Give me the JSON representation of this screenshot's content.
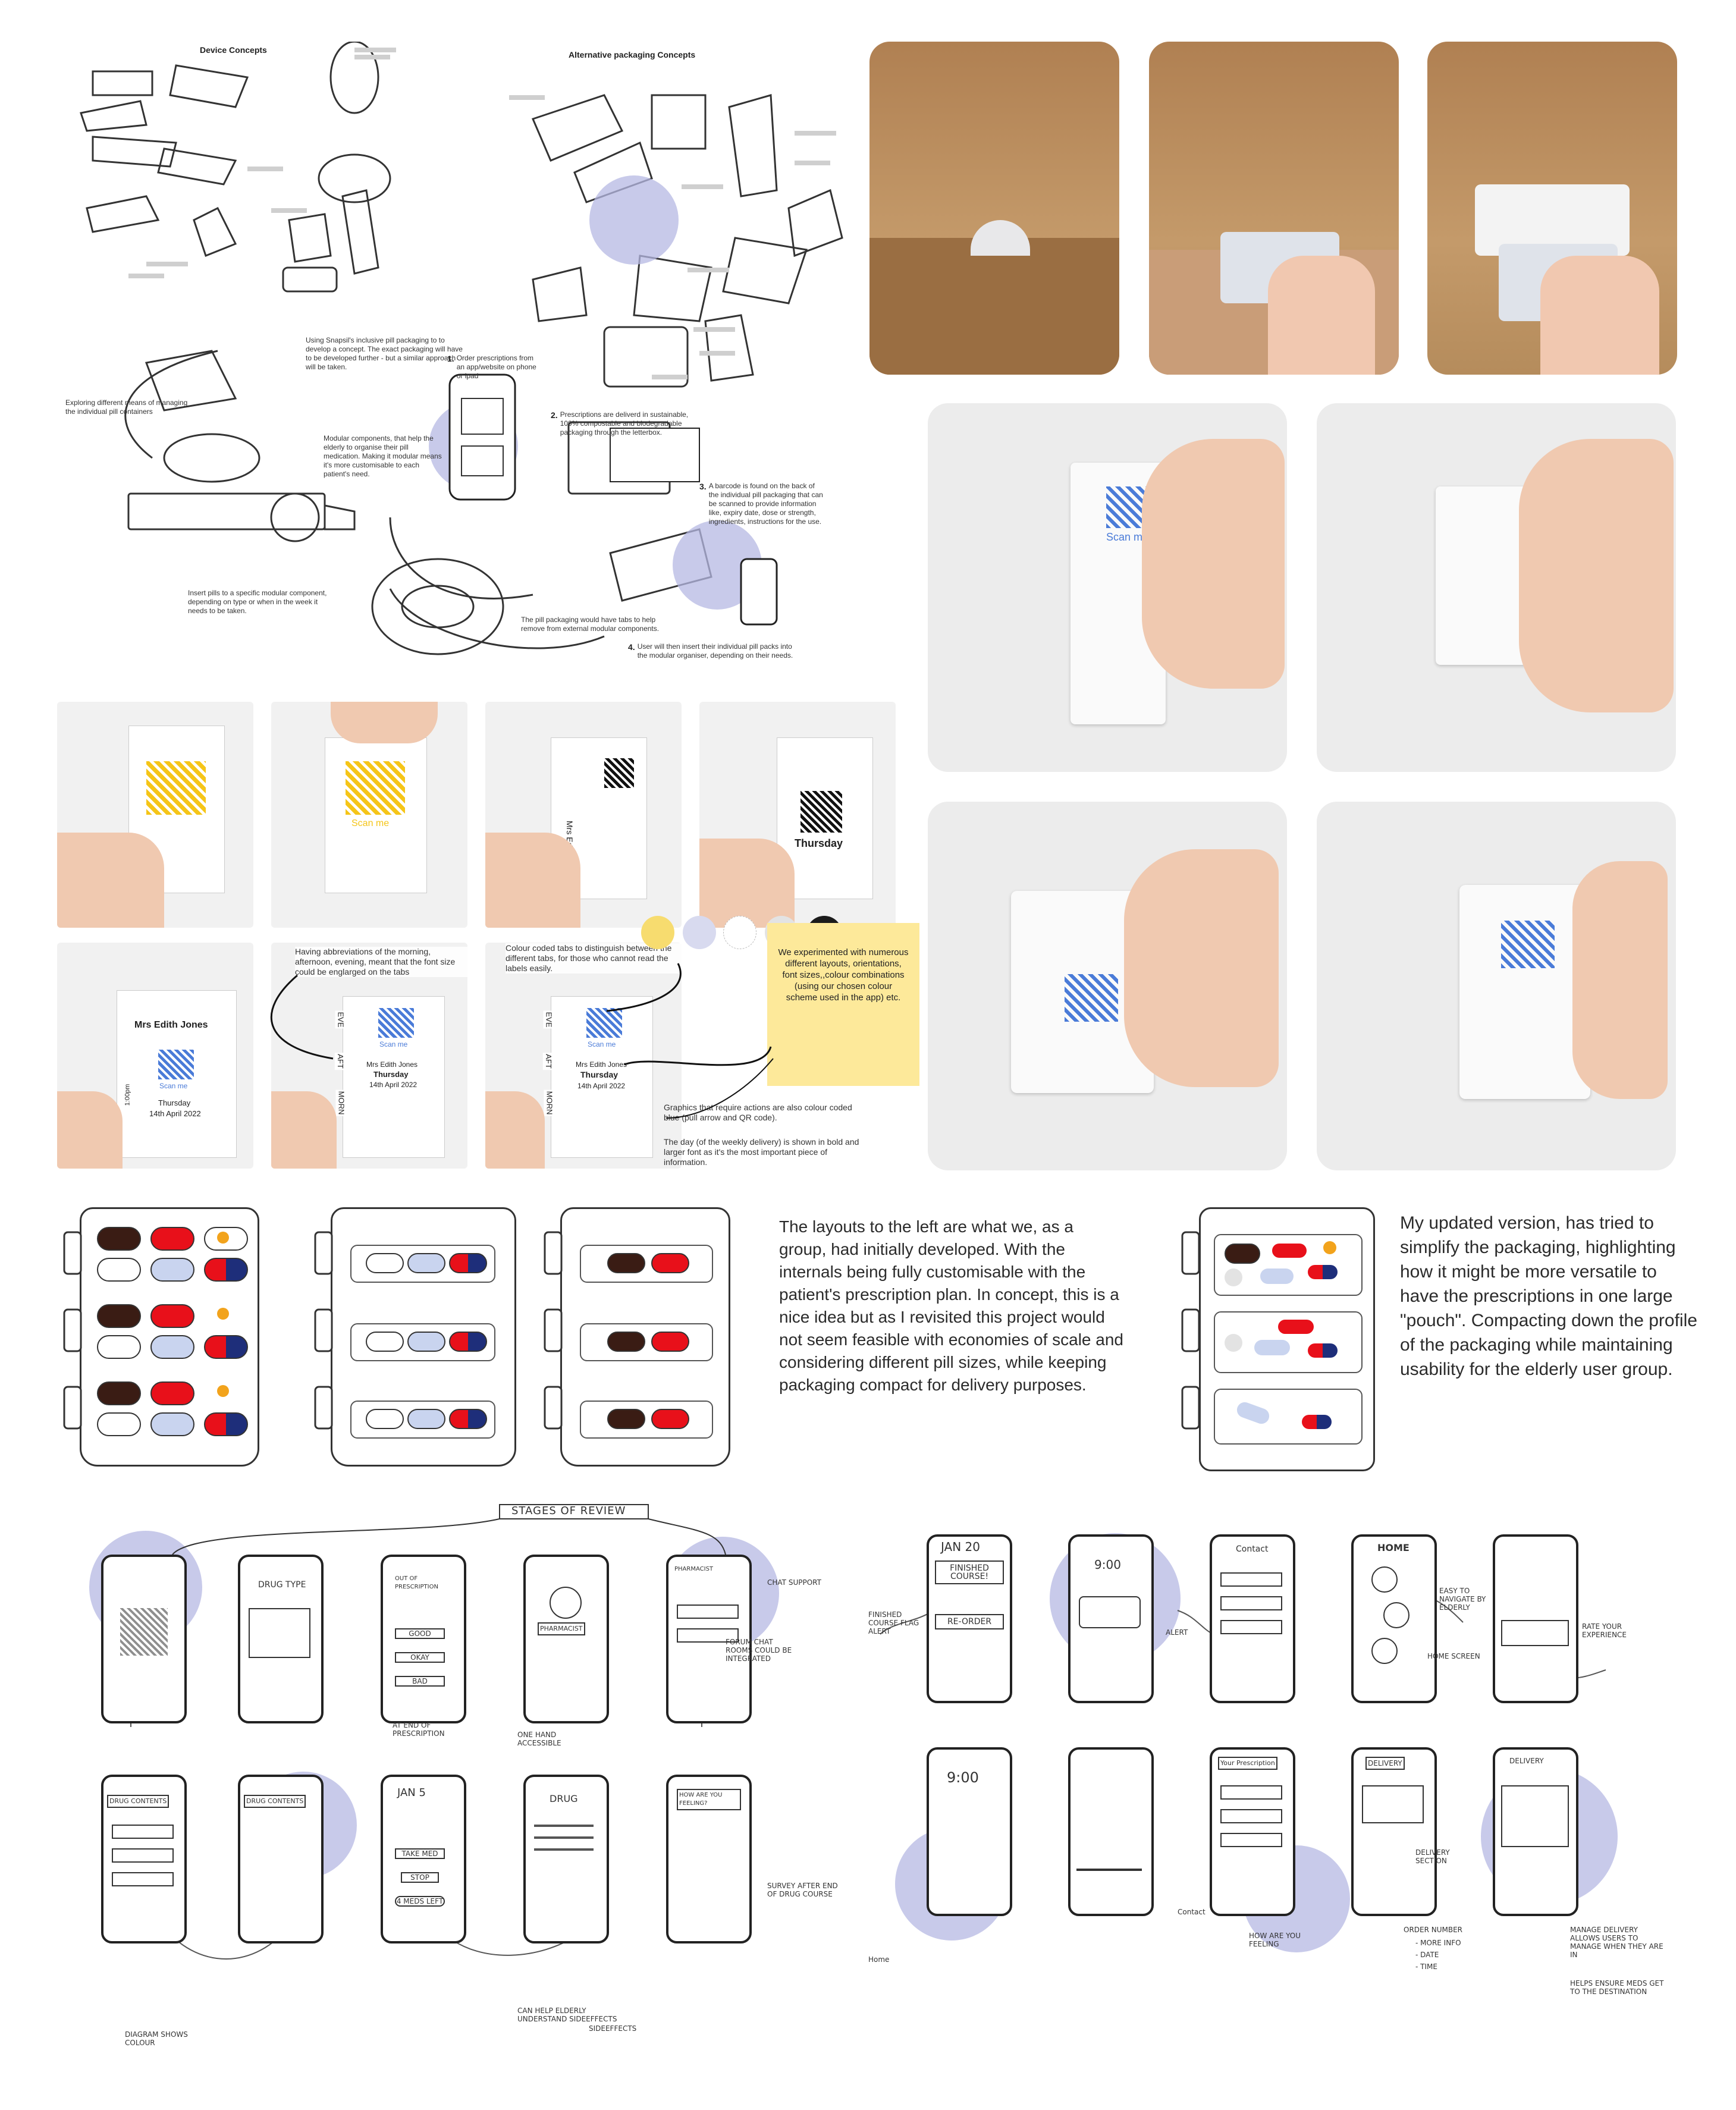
{
  "concepts": {
    "device_title": "Device Concepts",
    "alt_title": "Alternative packaging Concepts",
    "snapsil_note": "Using Snapsil's inclusive pill packaging to to develop a concept. The exact packaging will have to be developed further - but a similar approach will be taken.",
    "explore_note": "Exploring different means of managing the individual pill containers",
    "modular_note": "Modular components, that help the elderly to organise their pill medication. Making it modular means it's more customisable to each patient's need.",
    "insert_note": "Insert pills to a specific modular component, depending on type or when in the week it needs to be taken.",
    "tabs_note": "The pill packaging would have tabs to help remove from external modular components.",
    "steps": [
      {
        "num": "1.",
        "text": "Order prescriptions from an app/website on phone or ipad"
      },
      {
        "num": "2.",
        "text": "Prescriptions are deliverd in sustainable, 100% compostable and biodegradable packaging through the letterbox."
      },
      {
        "num": "3.",
        "text": "A barcode is found on the back of the individual pill packaging that can be scanned to provide information like, expiry date, dose or strength, ingredients, instructions for the use."
      },
      {
        "num": "4.",
        "text": "User will then insert their individual pill packs into the modular organiser, depending on their needs."
      }
    ]
  },
  "mockups": {
    "scan_me": "Scan me",
    "thursday": "Thursday",
    "name": "Mrs Edith Jones",
    "date": "14th April 2022",
    "tab_eve": "EVE",
    "tab_aft": "AFT",
    "tab_morn": "MORN",
    "tab_time": "1:00pm",
    "abbr_note": "Having abbreviations of the morning, afternoon, evening, meant that the font size could be englarged on the tabs",
    "colour_note": "Colour coded tabs to distinguish between the different tabs, for those who cannot read the labels easily.",
    "sticky": "We experimented with numerous different layouts, orientations, font sizes,,colour combinations (using our chosen colour scheme used in the app) etc.",
    "graphics_note": "Graphics that require actions are also colour coded blue (pull arrow and QR code).",
    "day_note": "The day (of the weekly delivery) is shown in bold and larger font as it's the most important piece of information."
  },
  "layouts_text": "The layouts to the left are what we, as a group, had initially developed. With the internals being fully customisable with the patient's prescription plan. In concept, this is a nice idea but as I revisited this project would not seem feasible with economies of scale and considering different pill sizes, while keeping packaging compact for delivery purposes.",
  "updated_text": "My updated version, has tried to simplify the packaging, highlighting how it might be more versatile to have the prescriptions in one large \"pouch\". Compacting down the profile of the packaging while maintaining usability for the elderly user group.",
  "sketch_left": {
    "header": "STAGES OF REVIEW",
    "screens": [
      "DRUG TYPE",
      "OUT OF PRESCRIPTION",
      "PHARMACIST",
      "PHARMACIST",
      "DRUG CONTENTS",
      "DRUG CONTENTS",
      "JAN 5",
      "DRUG",
      "HOW ARE YOU FEELING?"
    ],
    "buttons": [
      "GOOD",
      "OKAY",
      "BAD",
      "TAKE MED",
      "STOP",
      "4 MEDS LEFT"
    ],
    "notes": [
      "CHAT SUPPORT",
      "FORUM CHAT ROOMS COULD BE INTEGRATED",
      "AT END OF PRESCRIPTION",
      "ONE HAND ACCESSIBLE",
      "SURVEY AFTER END OF DRUG COURSE",
      "DIAGRAM SHOWS COLOUR",
      "SIDEEFFECTS",
      "CAN HELP ELDERLY UNDERSTAND SIDEEFFECTS"
    ]
  },
  "sketch_right": {
    "screens": [
      "JAN 20",
      "FINISHED COURSE!",
      "RE-ORDER",
      "9:00",
      "Contact",
      "HOME",
      "DELIVERY",
      "DELIVERY",
      "9:00",
      "Your Prescription"
    ],
    "notes": [
      "FINISHED COURSE FLAG ALERT",
      "ALERT",
      "EASY TO NAVIGATE BY ELDERLY",
      "HOME SCREEN",
      "RATE YOUR EXPERIENCE",
      "DELIVERY SECTION",
      "ORDER NUMBER",
      "- MORE INFO",
      "- DATE",
      "- TIME",
      "MANAGE DELIVERY ALLOWS USERS TO MANAGE WHEN THEY ARE IN",
      "HELPS ENSURE MEDS GET TO THE DESTINATION",
      "Home",
      "Contact",
      "HOW ARE YOU FEELING"
    ]
  },
  "colors": {
    "accent_blue": "#4a7bd8",
    "lavender": "#b5b8e3",
    "yellow": "#f5c518",
    "sticky": "#fde99a",
    "red": "#e8101a",
    "navy": "#1e2e7a",
    "brown": "#3a1c14",
    "orange": "#f2a31c",
    "cardboard": "#c49a6a"
  },
  "swatches": [
    "#f7dc6f",
    "#d8daef",
    "#ffffff",
    "#e3e3e3",
    "#1b1b1b"
  ]
}
